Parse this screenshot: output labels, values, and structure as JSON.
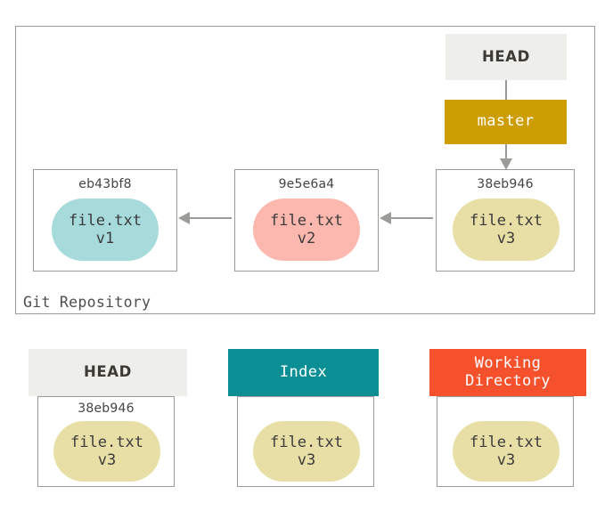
{
  "diagram": {
    "title": "Git Repository",
    "repository_label": "Git Repository"
  },
  "refs": {
    "head_top": "HEAD",
    "master": "master"
  },
  "commits": [
    {
      "hash": "eb43bf8",
      "file": "file.txt",
      "version": "v1",
      "color": "#a6dadb"
    },
    {
      "hash": "9e5e6a4",
      "file": "file.txt",
      "version": "v2",
      "color": "#fcb8ae"
    },
    {
      "hash": "38eb946",
      "file": "file.txt",
      "version": "v3",
      "color": "#e8dfa6"
    }
  ],
  "areas": [
    {
      "label": "HEAD",
      "label_line2": "",
      "hash": "38eb946",
      "file": "file.txt",
      "version": "v3",
      "header_color": "#eeeeea",
      "header_text_color": "#3d3a36"
    },
    {
      "label": "Index",
      "label_line2": "",
      "hash": "",
      "file": "file.txt",
      "version": "v3",
      "header_color": "#0c8f94",
      "header_text_color": "#ffffff"
    },
    {
      "label": "Working",
      "label_line2": "Directory",
      "hash": "",
      "file": "file.txt",
      "version": "v3",
      "header_color": "#f4512c",
      "header_text_color": "#ffffff"
    }
  ],
  "colors": {
    "border": "#9b9b97",
    "master_gold": "#cc9e04",
    "index_teal": "#0c8f94",
    "working_orange": "#f4512c",
    "head_grey": "#eeeeea",
    "blob_v1": "#a6dadb",
    "blob_v2": "#fcb8ae",
    "blob_v3": "#e8dfa6"
  }
}
